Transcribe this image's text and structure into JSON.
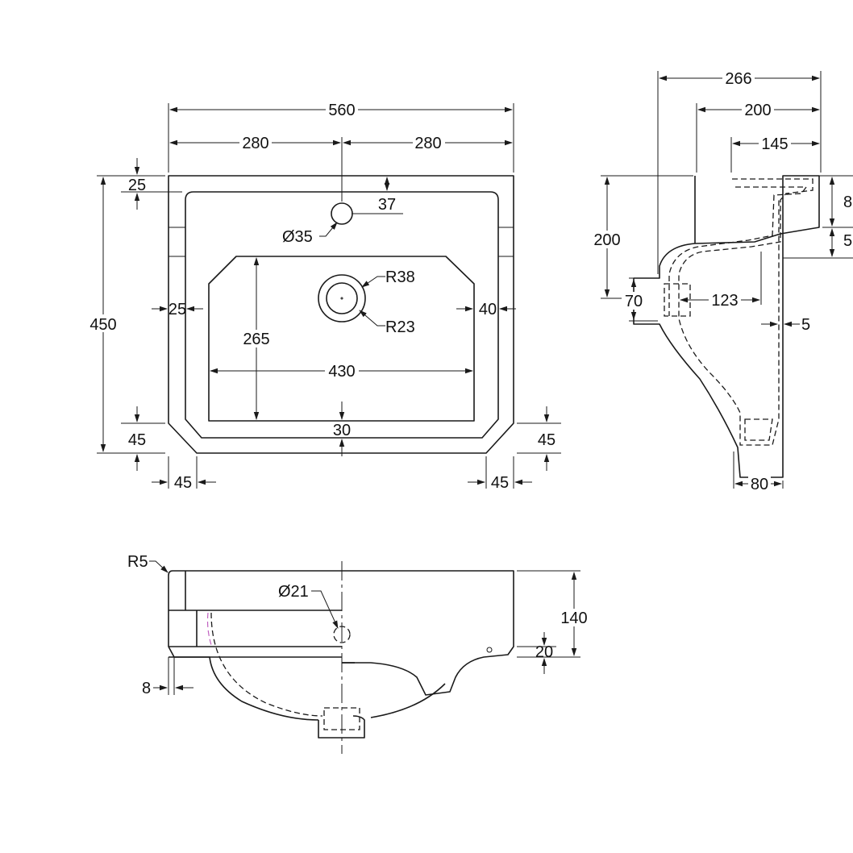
{
  "drawing": {
    "views": [
      "plan",
      "side-section",
      "front-elevation"
    ]
  },
  "plan": {
    "overall_width": "560",
    "half_width_left": "280",
    "half_width_right": "280",
    "rim_top": "25",
    "tap_hole_offset": "37",
    "tap_hole_dia": "Ø35",
    "overall_depth": "450",
    "waste_outer_radius": "R38",
    "waste_inner_radius": "R23",
    "bowl_depth": "265",
    "rim_left": "25",
    "rim_right": "40",
    "bowl_width": "430",
    "front_rim": "30",
    "chamfer_left_vertical": "45",
    "chamfer_right_vertical": "45",
    "chamfer_left_horizontal": "45",
    "chamfer_right_horizontal": "45"
  },
  "side": {
    "overall_projection": "266",
    "projection_200": "200",
    "projection_145": "145",
    "height_200": "200",
    "top_8": "8",
    "step_5": "5",
    "waste_70": "70",
    "waste_123": "123",
    "wall_gap_5": "5",
    "foot_80": "80"
  },
  "front": {
    "corner_radius": "R5",
    "overflow_dia": "Ø21",
    "height_140": "140",
    "base_20": "20",
    "rim_8": "8"
  }
}
